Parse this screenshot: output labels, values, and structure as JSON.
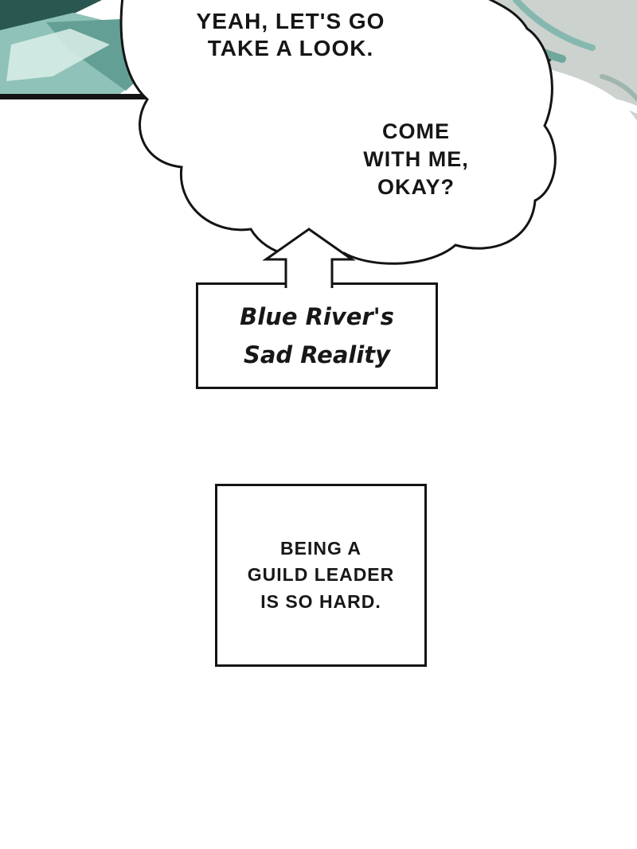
{
  "comic": {
    "speech_bubble_top": {
      "lines": [
        "YEAH, LET'S GO",
        "TAKE A LOOK."
      ]
    },
    "speech_bubble_bottom": {
      "lines": [
        "COME",
        "WITH ME,",
        "OKAY?"
      ]
    },
    "label_box": {
      "lines": [
        "Blue River's",
        "Sad Reality"
      ]
    },
    "thought_box": {
      "lines": [
        "BEING A",
        "GUILD LEADER",
        "IS SO HARD."
      ]
    },
    "colors": {
      "ink": "#141414",
      "paper": "#ffffff",
      "teal_dark": "#2a5750",
      "teal_mid": "#639f95",
      "teal_light": "#8fc2b8",
      "teal_highlight": "#dceee9",
      "hair_gray": "#ccd2ce",
      "corner_dark": "#1d3834"
    }
  }
}
